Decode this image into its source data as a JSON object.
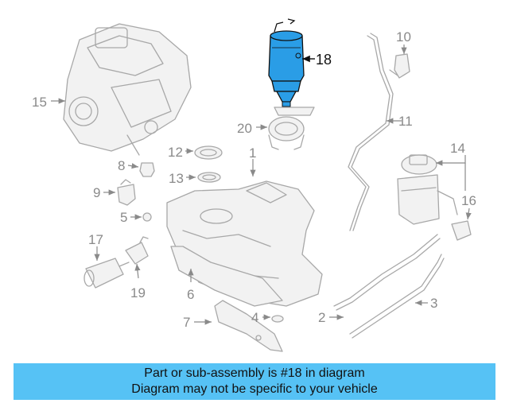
{
  "diagram": {
    "highlight_color": "#2a9de6",
    "callouts": [
      "1",
      "2",
      "3",
      "4",
      "5",
      "6",
      "7",
      "8",
      "9",
      "10",
      "11",
      "12",
      "13",
      "14",
      "15",
      "16",
      "17",
      "18",
      "19",
      "20"
    ],
    "highlighted_callout": "18"
  },
  "caption": {
    "line1": "Part or sub-assembly is #18 in diagram",
    "line2": "Diagram may not be specific to your vehicle",
    "background": "#56c2f5"
  }
}
